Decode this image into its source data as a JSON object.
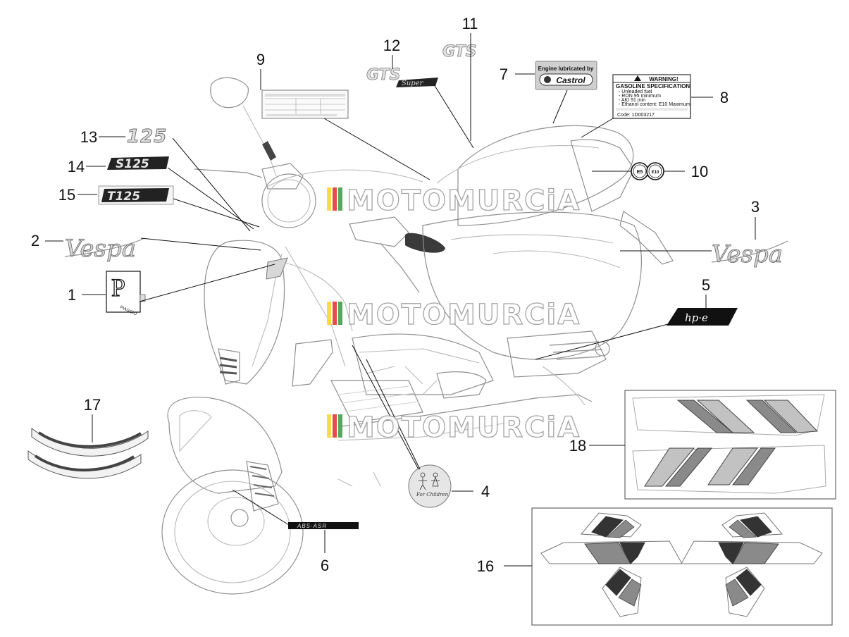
{
  "callouts": [
    {
      "n": "1"
    },
    {
      "n": "2"
    },
    {
      "n": "3"
    },
    {
      "n": "4"
    },
    {
      "n": "5"
    },
    {
      "n": "6"
    },
    {
      "n": "7"
    },
    {
      "n": "8"
    },
    {
      "n": "9"
    },
    {
      "n": "10"
    },
    {
      "n": "11"
    },
    {
      "n": "12"
    },
    {
      "n": "13"
    },
    {
      "n": "14"
    },
    {
      "n": "15"
    },
    {
      "n": "16"
    },
    {
      "n": "17"
    },
    {
      "n": "18"
    }
  ],
  "watermark": "MOTOMURCiA",
  "decals": {
    "castrol_top": "Engine lubricated by",
    "castrol_brand": "Castrol",
    "warning_title": "WARNING!",
    "warning_heading": "GASOLINE SPECIFICATION",
    "warning_lines": [
      "- Unleaded fuel",
      "- RON 95 minimum",
      "- AKI 91 min",
      "- Ethanol content: E10 Maximum"
    ],
    "warning_code": "Code: 1D003217",
    "fuel_e5": "E5",
    "fuel_e10": "E10",
    "hpe": "hp·e",
    "abs_asr": "ABS·ASR",
    "gts": "GTS",
    "super": "Super",
    "num_125": "125",
    "s125": "S125",
    "t125": "T125",
    "vespa": "Vespa",
    "piaggio_p": "P",
    "piaggio": "PIAGGIO",
    "children": "For Children"
  },
  "colors": {
    "outline": "#b9b9b9",
    "stripe_dark": "#4a4a4a",
    "stripe_mid": "#8a8a8a",
    "stripe_light": "#c2c2c2",
    "wm_red": "#e53935",
    "wm_yellow": "#fdd835",
    "wm_green": "#43a047"
  }
}
